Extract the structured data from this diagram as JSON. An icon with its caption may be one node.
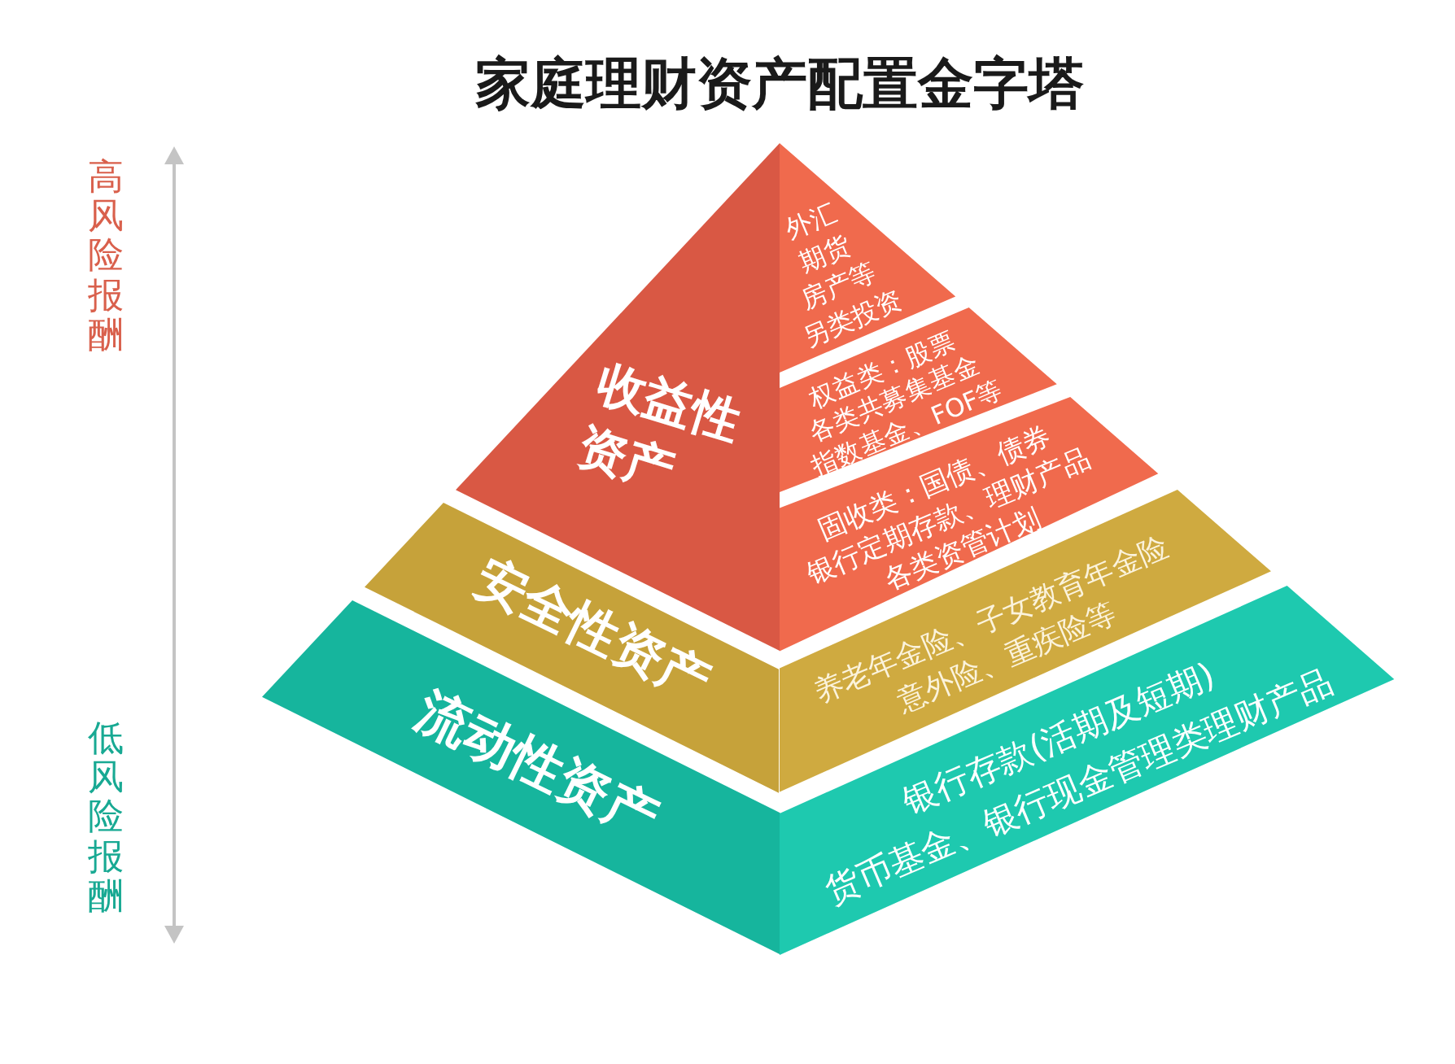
{
  "diagram": {
    "title": "家庭理财资产配置金字塔",
    "nodes": [
      {
        "text": [
          "收益性资产"
        ]
      },
      {
        "text": [
          "外汇",
          "期货",
          "房产等",
          "另类投资"
        ]
      },
      {
        "text": [
          "权益类：股票",
          "各类共募集基金",
          "指数基金、FOF等"
        ]
      },
      {
        "text": [
          "固收类：国债、债券",
          "银行定期存款、理财产品",
          "各类资管计划"
        ]
      },
      {
        "text": [
          "安全性资产"
        ]
      },
      {
        "text": [
          "养老年金险、子女教育年金险",
          "意外险、重疾险等"
        ]
      },
      {
        "text": [
          "流动性资产"
        ]
      },
      {
        "text": [
          "银行存款(活期及短期)",
          "货币基金、银行现金管理类理财产品"
        ]
      }
    ],
    "labels": [
      "高风险报酬",
      "低风险报酬"
    ]
  }
}
